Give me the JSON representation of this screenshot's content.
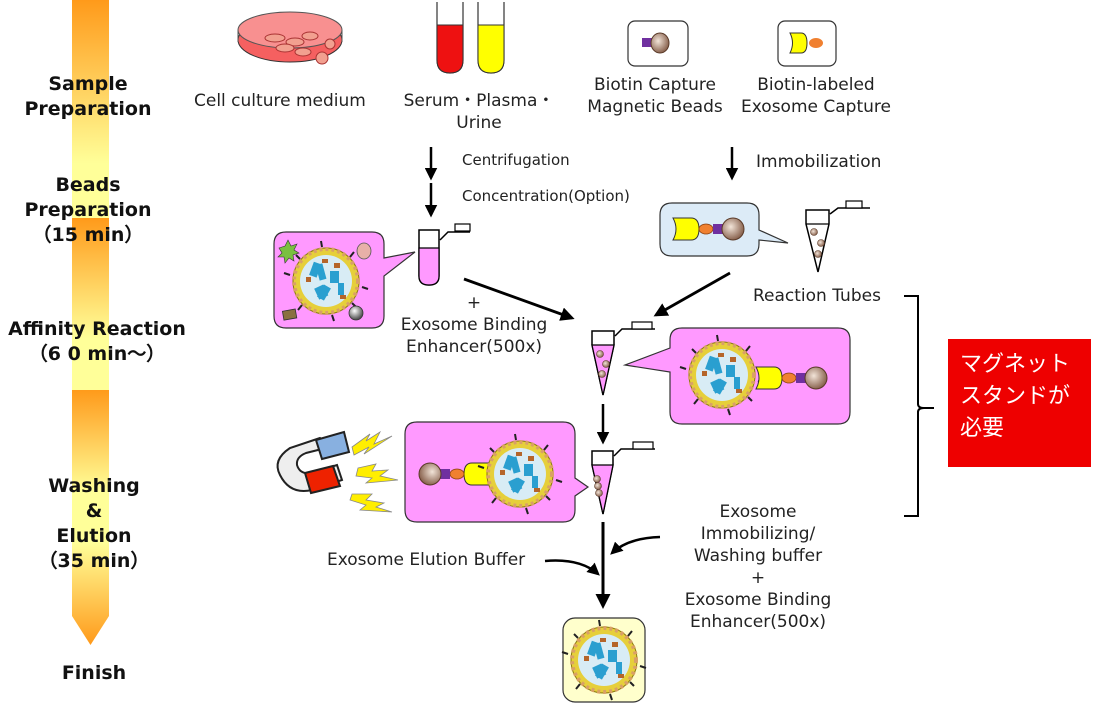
{
  "timeline": {
    "stages": [
      {
        "name": "sample-preparation",
        "lines": [
          "Sample",
          "Preparation"
        ]
      },
      {
        "name": "beads-preparation",
        "lines": [
          "Beads",
          "Preparation",
          "（15 min）"
        ]
      },
      {
        "name": "affinity-reaction",
        "lines": [
          "Affinity Reaction",
          "（6 0 min～）"
        ]
      },
      {
        "name": "washing-elution",
        "lines": [
          "Washing",
          "&",
          "Elution",
          "（35 min）"
        ]
      },
      {
        "name": "finish",
        "lines": [
          "Finish"
        ]
      }
    ],
    "colors": {
      "orange": "#ff9a1a",
      "yellow": "#ffff99"
    }
  },
  "samples": {
    "cell_culture": "Cell culture medium",
    "serum_line1": "Serum・Plasma・",
    "serum_line2": "Urine"
  },
  "reagents": {
    "beads_line1": "Biotin Capture",
    "beads_line2": "Magnetic Beads",
    "capture_line1": "Biotin-labeled",
    "capture_line2": "Exosome Capture"
  },
  "steps": {
    "centrifugation": "Centrifugation",
    "concentration": "Concentration(Option)",
    "immobilization": "Immobilization",
    "plus": "+",
    "enhancer_line1": "Exosome Binding",
    "enhancer_line2": "Enhancer(500x)",
    "reaction_tubes": "Reaction Tubes",
    "elution_buffer": "Exosome Elution Buffer",
    "wash_line1": "Exosome",
    "wash_line2": "Immobilizing/",
    "wash_line3": "Washing buffer",
    "wash_plus": "+",
    "wash_line4": "Exosome Binding",
    "wash_line5": "Enhancer(500x)"
  },
  "note": {
    "line1": "マグネット",
    "line2": "スタンドが",
    "line3": "必要",
    "color": "#ee0000"
  }
}
